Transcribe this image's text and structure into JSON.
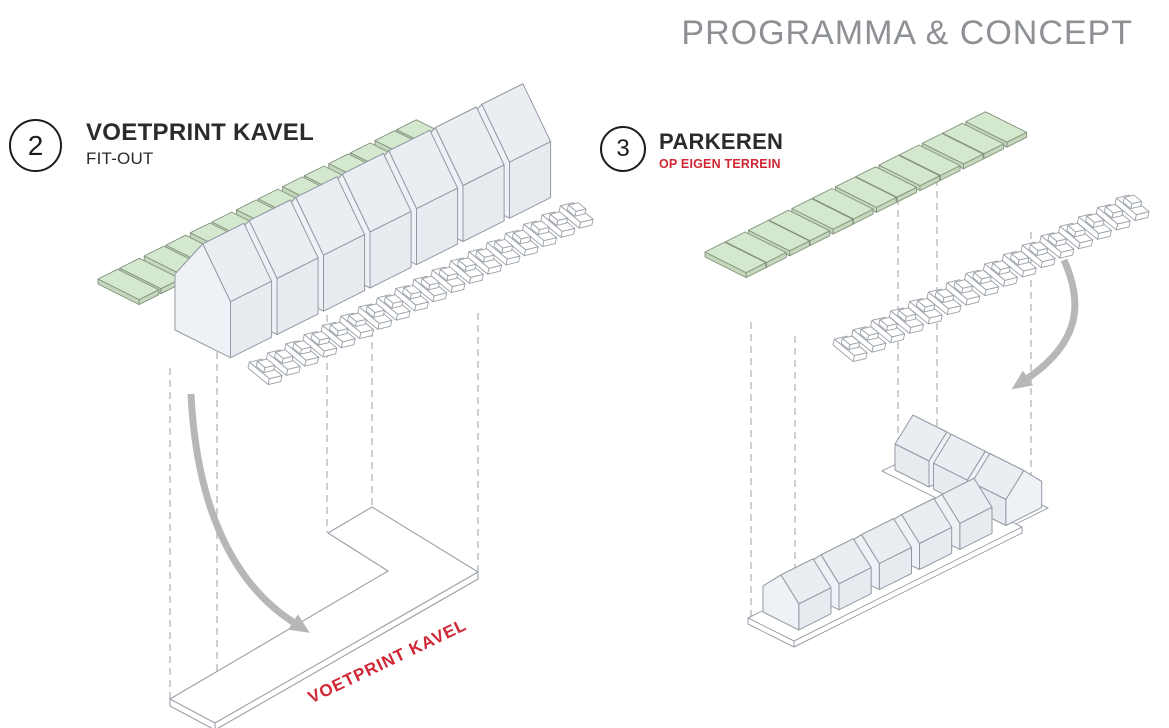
{
  "page_title": "PROGRAMMA & CONCEPT",
  "colors": {
    "title_gray": "#8d9195",
    "text_dark": "#2b2b2b",
    "accent_red": "#cf2733",
    "tile_top": "#d4e8ce",
    "tile_side": "#c3d8bc",
    "tile_stroke": "#84927e",
    "house_gable": "#eef1f5",
    "house_roof_left": "#e4e9ef",
    "house_roof_right": "#eaedf2",
    "house_wall": "#e7ebf0",
    "house_stroke": "#949aa3",
    "car_stroke": "#9aa1a8",
    "dash_gray": "#b2b5b8",
    "arrow_gray": "#b5b7b9",
    "plate_stroke": "#9aa0a8"
  },
  "panels": [
    {
      "badge": "2",
      "title": "VOETPRINT KAVEL",
      "subtitle": "FIT-OUT",
      "floor_label": "VOETPRINT KAVEL",
      "counts": {
        "green_tiles": 14,
        "houses": 7,
        "cars": 18,
        "projection_lines": 5
      }
    },
    {
      "badge": "3",
      "title": "PARKEREN",
      "subtitle": "OP EIGEN TERREIN",
      "counts": {
        "green_tiles": 13,
        "cars": 16,
        "houses_row": 5,
        "houses_wing": 3,
        "projection_lines": 5
      }
    }
  ]
}
